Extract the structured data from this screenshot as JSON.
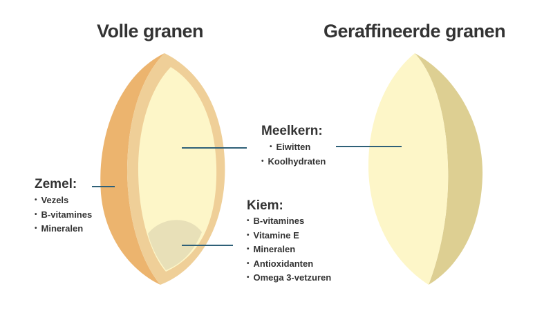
{
  "titles": {
    "whole": "Volle granen",
    "refined": "Geraffineerde granen"
  },
  "zemel": {
    "heading": "Zemel:",
    "items": [
      "Vezels",
      "B-vitamines",
      "Mineralen"
    ]
  },
  "meelkern": {
    "heading": "Meelkern:",
    "items": [
      "Eiwitten",
      "Koolhydraten"
    ]
  },
  "kiem": {
    "heading": "Kiem:",
    "items": [
      "B-vitamines",
      "Vitamine E",
      "Mineralen",
      "Antioxidanten",
      "Omega 3-vetzuren"
    ]
  },
  "colors": {
    "bran": "#ecb46e",
    "rim": "#efcf98",
    "endosperm": "#fdf6c8",
    "germ": "#e8e0b8",
    "refined_side": "#ddcf92",
    "leader": "#2e6078"
  }
}
